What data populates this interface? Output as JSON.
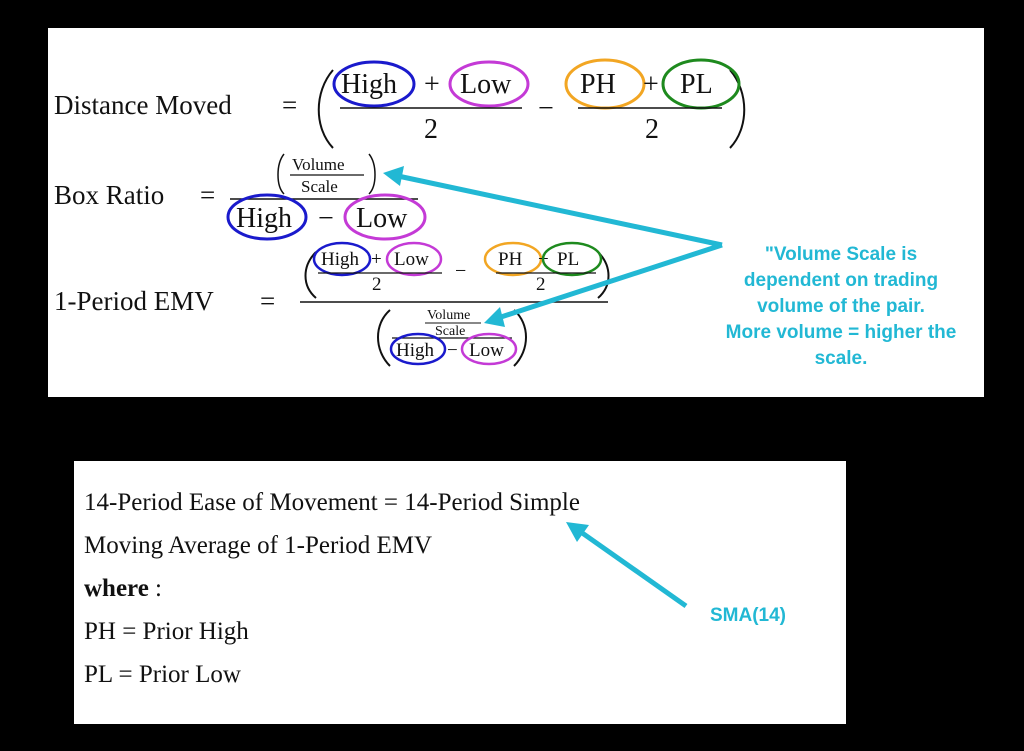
{
  "formulas": {
    "distance_moved": {
      "label": "Distance Moved",
      "eq": "=",
      "high": "High",
      "plus": "+",
      "low": "Low",
      "two": "2",
      "minus": "−",
      "ph": "PH",
      "pl": "PL"
    },
    "box_ratio": {
      "label": "Box Ratio",
      "eq": "=",
      "volume": "Volume",
      "scale": "Scale",
      "high": "High",
      "minus": "−",
      "low": "Low"
    },
    "emv": {
      "label": "1-Period EMV",
      "eq": "=",
      "high": "High",
      "plus": "+",
      "low": "Low",
      "two": "2",
      "minus": "−",
      "ph": "PH",
      "pl": "PL",
      "volume": "Volume",
      "scale": "Scale"
    }
  },
  "definition": {
    "line1": "14-Period Ease of Movement = 14-Period Simple",
    "line2": "Moving Average of 1-Period EMV",
    "where": "where",
    "where_colon": " :",
    "ph_def": "PH = Prior High",
    "pl_def": "PL = Prior Low"
  },
  "notes": {
    "volume_scale": [
      "\"Volume Scale is",
      "dependent on trading",
      "volume of the pair.",
      "More volume = higher the",
      "scale."
    ],
    "sma": "SMA(14)"
  },
  "colors": {
    "high": "#1a1acc",
    "low": "#c43ad6",
    "ph": "#f2a623",
    "pl": "#1e8a1e",
    "callout": "#22b8d4"
  }
}
